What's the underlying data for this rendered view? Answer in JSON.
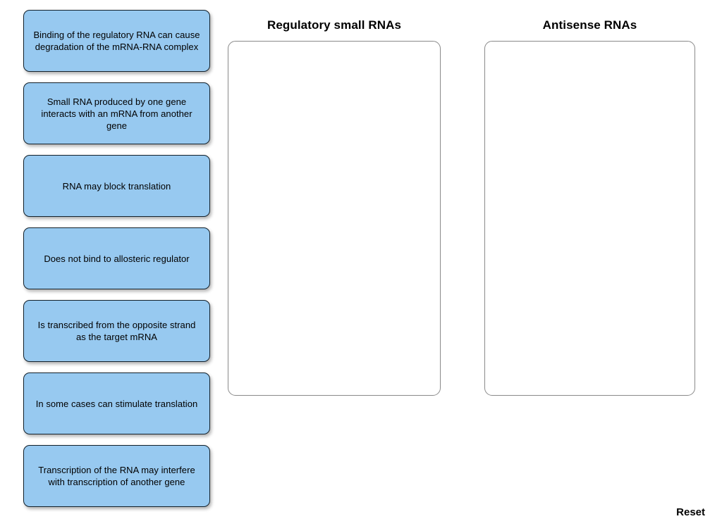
{
  "cards": [
    {
      "id": "card-1",
      "label": "Binding of the regulatory RNA can cause degradation of the mRNA-RNA complex"
    },
    {
      "id": "card-2",
      "label": "Small RNA produced by one gene interacts with an mRNA from another gene"
    },
    {
      "id": "card-3",
      "label": "RNA may block translation"
    },
    {
      "id": "card-4",
      "label": "Does not bind to allosteric regulator"
    },
    {
      "id": "card-5",
      "label": "Is transcribed from the opposite strand as the target mRNA"
    },
    {
      "id": "card-6",
      "label": "In some cases can stimulate translation"
    },
    {
      "id": "card-7",
      "label": "Transcription of the RNA may interfere with transcription of another gene"
    }
  ],
  "zones": [
    {
      "id": "zone-regulatory-small-rnas",
      "title": "Regulatory small RNAs",
      "items": []
    },
    {
      "id": "zone-antisense-rnas",
      "title": "Antisense RNAs",
      "items": []
    }
  ],
  "controls": {
    "reset_label": "Reset"
  },
  "colors": {
    "card_fill": "#97c9f0",
    "card_border": "#13212b",
    "zone_border": "#8a8a8a",
    "background": "#ffffff",
    "text": "#000000"
  }
}
